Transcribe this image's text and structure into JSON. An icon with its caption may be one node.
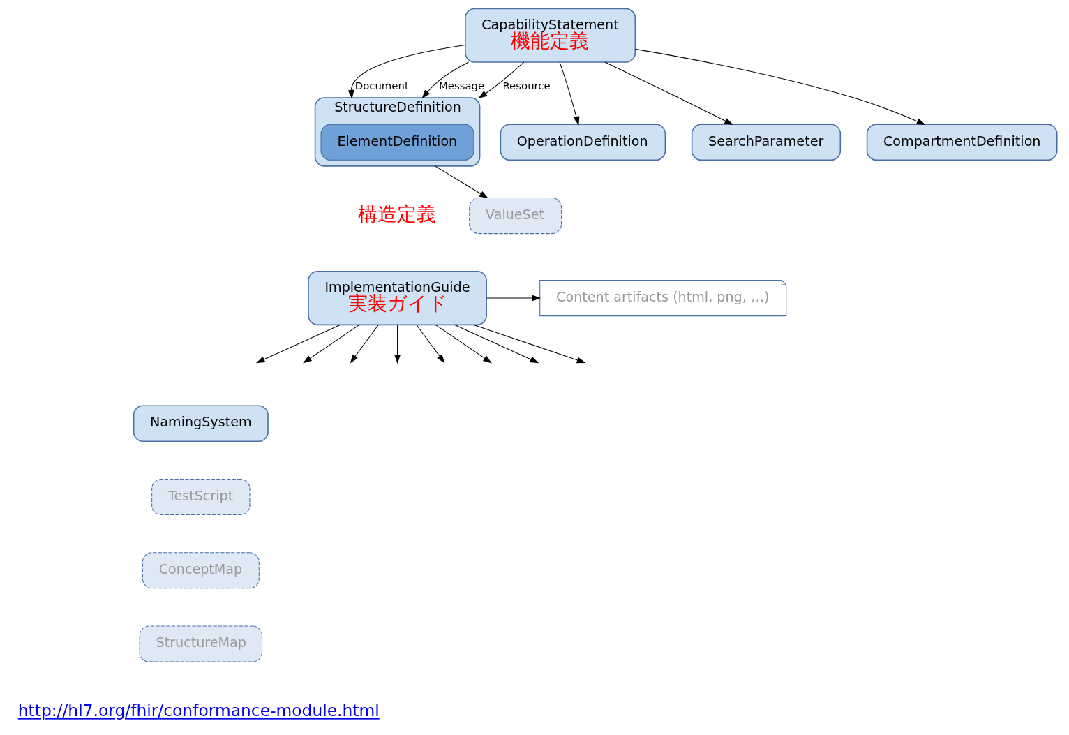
{
  "diagram": {
    "nodes": [
      {
        "text": [
          "CapabilityStatement",
          "機能定義"
        ]
      },
      {
        "text": [
          "StructureDefinition"
        ],
        "beside": [
          "構造定義"
        ]
      },
      {
        "text": [
          "ElementDefinition"
        ],
        "in": 1
      },
      {
        "text": [
          "ValueSet"
        ]
      },
      {
        "text": [
          "OperationDefinition"
        ]
      },
      {
        "text": [
          "SearchParameter"
        ]
      },
      {
        "text": [
          "CompartmentDefinition"
        ]
      },
      {
        "text": [
          "ImplementationGuide",
          "実装ガイド"
        ]
      },
      {
        "text": [
          "Content artifacts (html, png, …)"
        ]
      },
      {
        "text": [
          "TestScript"
        ]
      },
      {
        "text": [
          "NamingSystem"
        ]
      },
      {
        "text": [
          "ConceptMap"
        ]
      },
      {
        "text": [
          "StructureMap"
        ]
      }
    ],
    "edges": [
      {
        "from": 0,
        "to": 1,
        "arrow": "to",
        "label": "Document"
      },
      {
        "from": 0,
        "to": 1,
        "arrow": "to",
        "label": "Message"
      },
      {
        "from": 0,
        "to": 1,
        "arrow": "to",
        "label": "Resource"
      },
      {
        "from": 1,
        "to": 3,
        "arrow": "to"
      },
      {
        "from": 0,
        "to": 4,
        "arrow": "to"
      },
      {
        "from": 0,
        "to": 5,
        "arrow": "to"
      },
      {
        "from": 0,
        "to": 6,
        "arrow": "to"
      },
      {
        "from": 7,
        "to": null,
        "arrow": "to"
      },
      {
        "from": 7,
        "to": null,
        "arrow": "to"
      },
      {
        "from": 7,
        "to": null,
        "arrow": "to"
      },
      {
        "from": 7,
        "to": null,
        "arrow": "to"
      },
      {
        "from": 7,
        "to": null,
        "arrow": "to"
      },
      {
        "from": 7,
        "to": null,
        "arrow": "to"
      },
      {
        "from": 7,
        "to": 8,
        "arrow": "to"
      },
      {
        "from": 7,
        "to": null,
        "arrow": "to"
      },
      {
        "from": 7,
        "to": null,
        "arrow": "to"
      }
    ],
    "labels": [
      "http://hl7.org/fhir/conformance-module.html"
    ]
  }
}
